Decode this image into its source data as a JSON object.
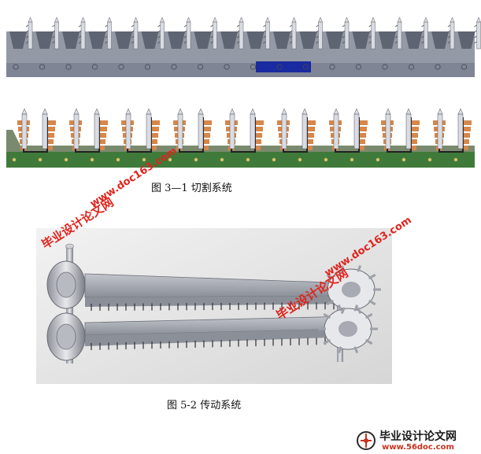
{
  "figures": {
    "fig1_caption": "图 3—1   切割系统",
    "fig2_caption": "图 5-2  传动系统"
  },
  "watermarks": {
    "site_text": "毕业设计论文网",
    "site_url": "www.doc163.com"
  },
  "logo": {
    "title": "毕业设计论文网",
    "url": "www.56doc.com"
  },
  "colors": {
    "steel": "#8a8f9c",
    "steel_dark": "#5e6472",
    "blade": "#d9dce4",
    "blue_block": "#1a2aa0",
    "green_base": "#3f7a3a",
    "orange_teeth": "#d7874a",
    "watermark_red": "#e0241d"
  }
}
